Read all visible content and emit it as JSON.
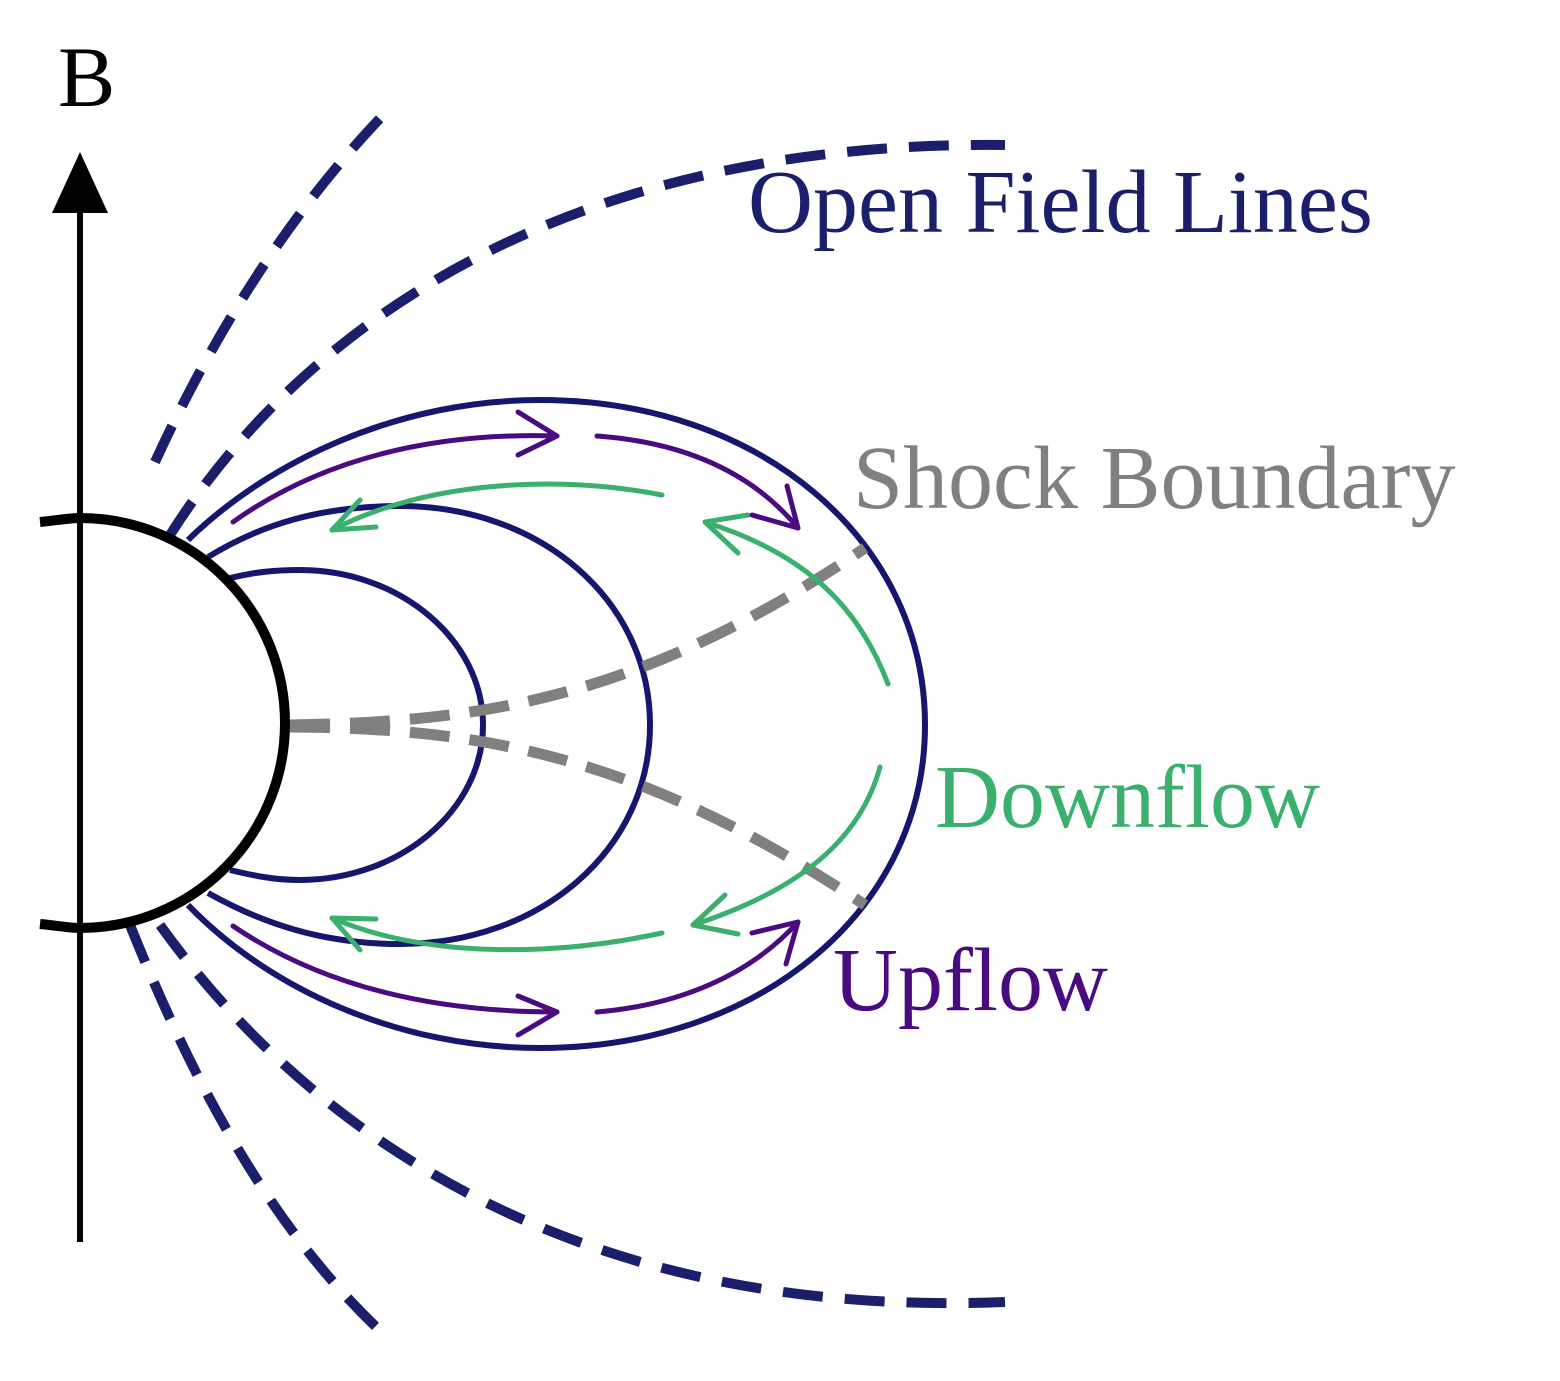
{
  "labels": {
    "axis": "B",
    "open_field_lines": "Open Field Lines",
    "shock_boundary": "Shock Boundary",
    "downflow": "Downflow",
    "upflow": "Upflow"
  },
  "colors": {
    "field_line": "#1b1f6b",
    "closed_loop": "#15166e",
    "star": "#000000",
    "shock": "#808080",
    "downflow": "#3aaf6e",
    "upflow": "#4a0a80"
  }
}
